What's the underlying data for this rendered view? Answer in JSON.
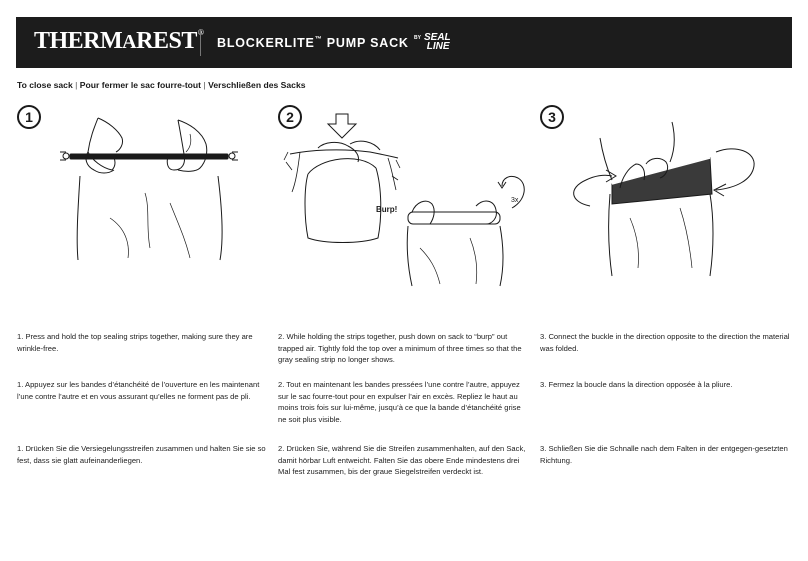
{
  "header": {
    "brand": "THERM-A-REST",
    "product": "BLOCKERLITE",
    "product_suffix": " PUMP SACK",
    "by_label": "BY",
    "partner": "SEAL LINE"
  },
  "subtitle": {
    "en": "To close sack",
    "fr": "Pour fermer le sac fourre-tout",
    "de": "Verschließen des Sacks"
  },
  "steps": [
    {
      "number": "1",
      "en": "1. Press and hold the top sealing strips together, making sure they are wrinkle-free.",
      "fr": "1. Appuyez sur les bandes d’étanchéité de l’ouverture en les maintenant l’une contre l’autre et en vous assurant qu’elles ne forment pas de pli.",
      "de": "1. Drücken Sie die Versiegelungsstreifen zusammen und halten Sie sie so fest, dass sie glatt aufeinanderliegen."
    },
    {
      "number": "2",
      "burp_label": "Burp!",
      "repeat_label": "3x",
      "en": "2. While holding the strips together, push down on sack to “burp” out trapped air. Tightly fold the top over a minimum of three times so that the gray sealing strip no longer shows.",
      "fr": "2. Tout en maintenant les bandes pressées l’une contre l’autre, appuyez sur le sac fourre-tout pour en expulser l’air en excès. Repliez le haut au moins trois fois sur lui-même, jusqu’à ce que la bande d’étanchéité grise ne soit plus visible.",
      "de": "2. Drücken Sie, während Sie die Streifen zusammenhalten, auf den Sack, damit hörbar Luft entweicht. Falten Sie das obere Ende mindestens drei Mal fest zusammen, bis der graue Siegelstreifen verdeckt ist."
    },
    {
      "number": "3",
      "en": "3. Connect the buckle in the direction opposite to the direction the material was folded.",
      "fr": "3. Fermez la boucle dans la direction opposée à la pliure.",
      "de": "3. Schließen Sie die Schnalle nach dem Falten in der entgegen-gesetzten Richtung."
    }
  ]
}
